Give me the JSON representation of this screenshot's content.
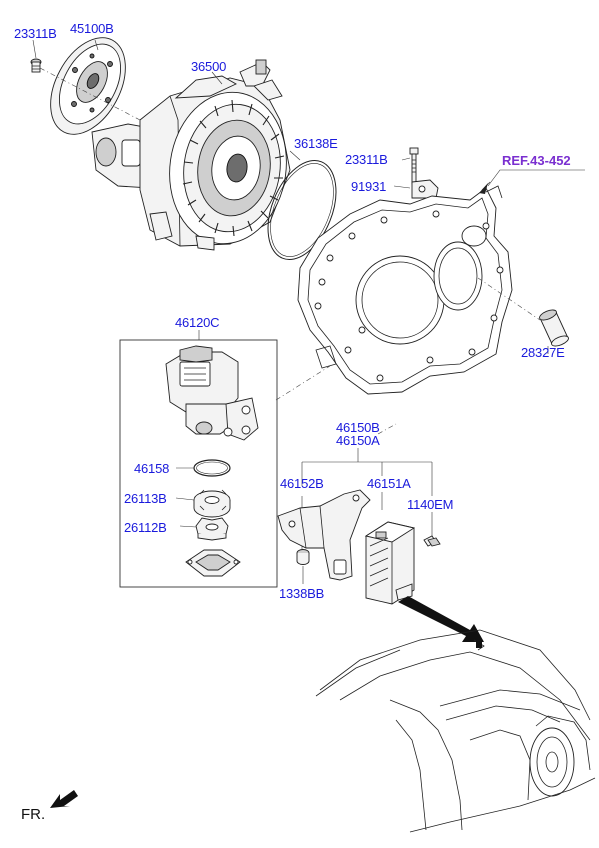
{
  "labels": {
    "l_23311B_top": "23311B",
    "l_45100B": "45100B",
    "l_36500": "36500",
    "l_36138E": "36138E",
    "l_23311B_right": "23311B",
    "l_91931": "91931",
    "l_ref": "REF.43-452",
    "l_28327E": "28327E",
    "l_46120C": "46120C",
    "l_46158": "46158",
    "l_26113B": "26113B",
    "l_26112B": "26112B",
    "l_46150B": "46150B",
    "l_46150A": "46150A",
    "l_46152B": "46152B",
    "l_46151A": "46151A",
    "l_1140EM": "1140EM",
    "l_1338BB": "1338BB",
    "fr": "FR."
  },
  "colors": {
    "part_number": "#1a1adc",
    "reference": "#7a2fd0",
    "line": "#222222"
  },
  "icons": {
    "front_direction": "arrow-icon"
  }
}
